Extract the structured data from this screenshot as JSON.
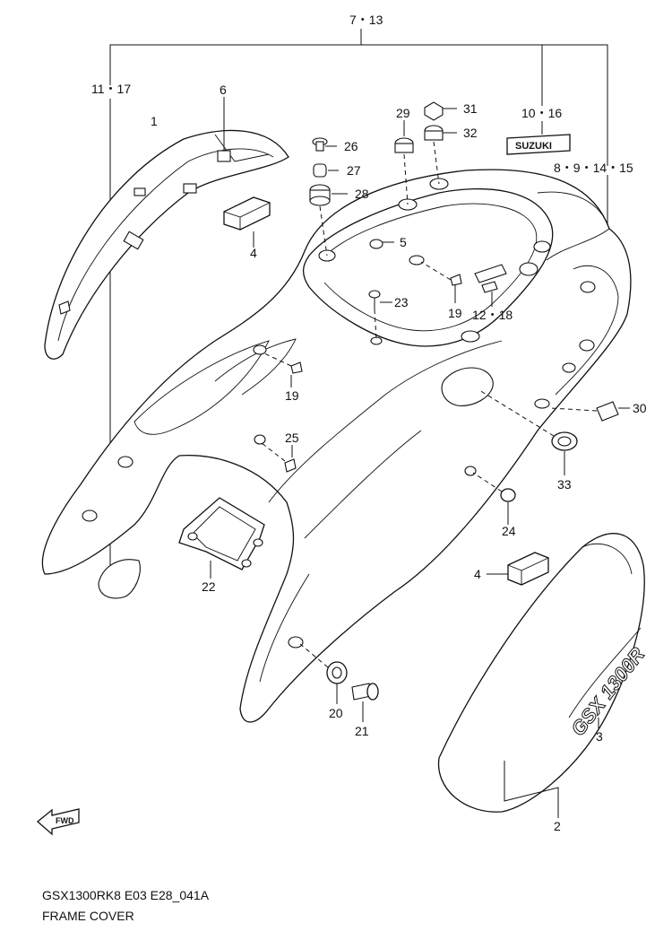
{
  "diagram": {
    "callouts": {
      "c_7_13": "7・13",
      "c_11_17": "11・17",
      "c_10_16": "10・16",
      "c_8_9_14_15": "8・9・14・15",
      "c_12_18": "12・18",
      "c1": "1",
      "c2": "2",
      "c3": "3",
      "c4a": "4",
      "c4b": "4",
      "c5": "5",
      "c6": "6",
      "c19a": "19",
      "c19b": "19",
      "c20": "20",
      "c21": "21",
      "c22": "22",
      "c23": "23",
      "c24": "24",
      "c25": "25",
      "c26": "26",
      "c27": "27",
      "c28": "28",
      "c29": "29",
      "c30": "30",
      "c31": "31",
      "c32": "32",
      "c33": "33"
    },
    "emblem_text": "SUZUKI",
    "side_decal_text": "GSX 1300R",
    "fwd_text": "FWD"
  },
  "caption": {
    "model_code": "GSX1300RK8 E03 E28_041A",
    "title": "FRAME COVER"
  }
}
